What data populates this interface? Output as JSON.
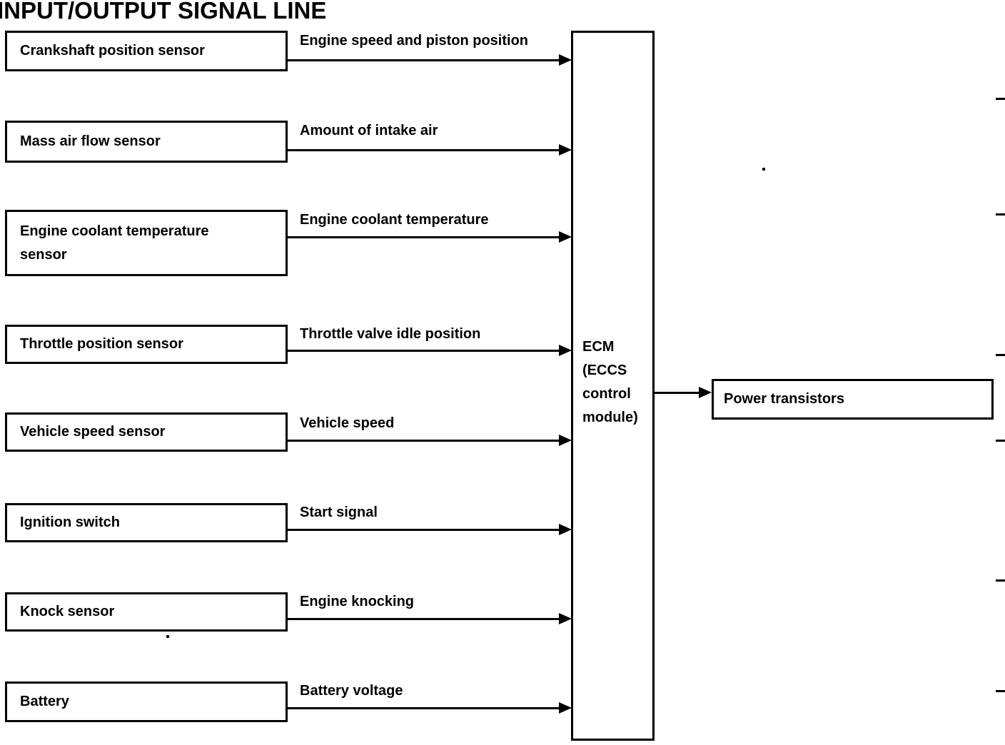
{
  "title": "INPUT/OUTPUT SIGNAL LINE",
  "inputs": [
    {
      "box": "Crankshaft position sensor",
      "signal": "Engine speed and piston position"
    },
    {
      "box": "Mass air flow sensor",
      "signal": "Amount of intake air"
    },
    {
      "box": "Engine coolant temperature\nsensor",
      "signal": "Engine coolant temperature"
    },
    {
      "box": "Throttle position sensor",
      "signal": "Throttle valve idle position"
    },
    {
      "box": "Vehicle speed sensor",
      "signal": "Vehicle speed"
    },
    {
      "box": "Ignition switch",
      "signal": "Start signal"
    },
    {
      "box": "Knock sensor",
      "signal": "Engine knocking"
    },
    {
      "box": "Battery",
      "signal": "Battery voltage"
    }
  ],
  "ecm": {
    "label": "ECM\n(ECCS\ncontrol\nmodule)"
  },
  "output": {
    "box": "Power transistors"
  },
  "colors": {
    "ink": "#000000",
    "paper": "#ffffff"
  }
}
